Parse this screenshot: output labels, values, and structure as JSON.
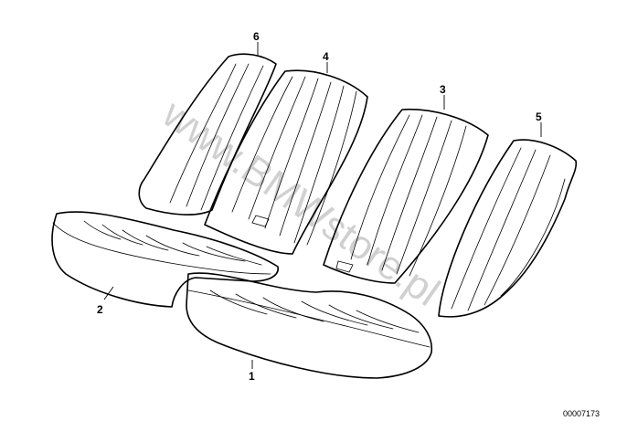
{
  "callouts": {
    "c1": "1",
    "c2": "2",
    "c3": "3",
    "c4": "4",
    "c5": "5",
    "c6": "6"
  },
  "watermark": "www.BMWstore.pl",
  "diagram_number": "00007173"
}
